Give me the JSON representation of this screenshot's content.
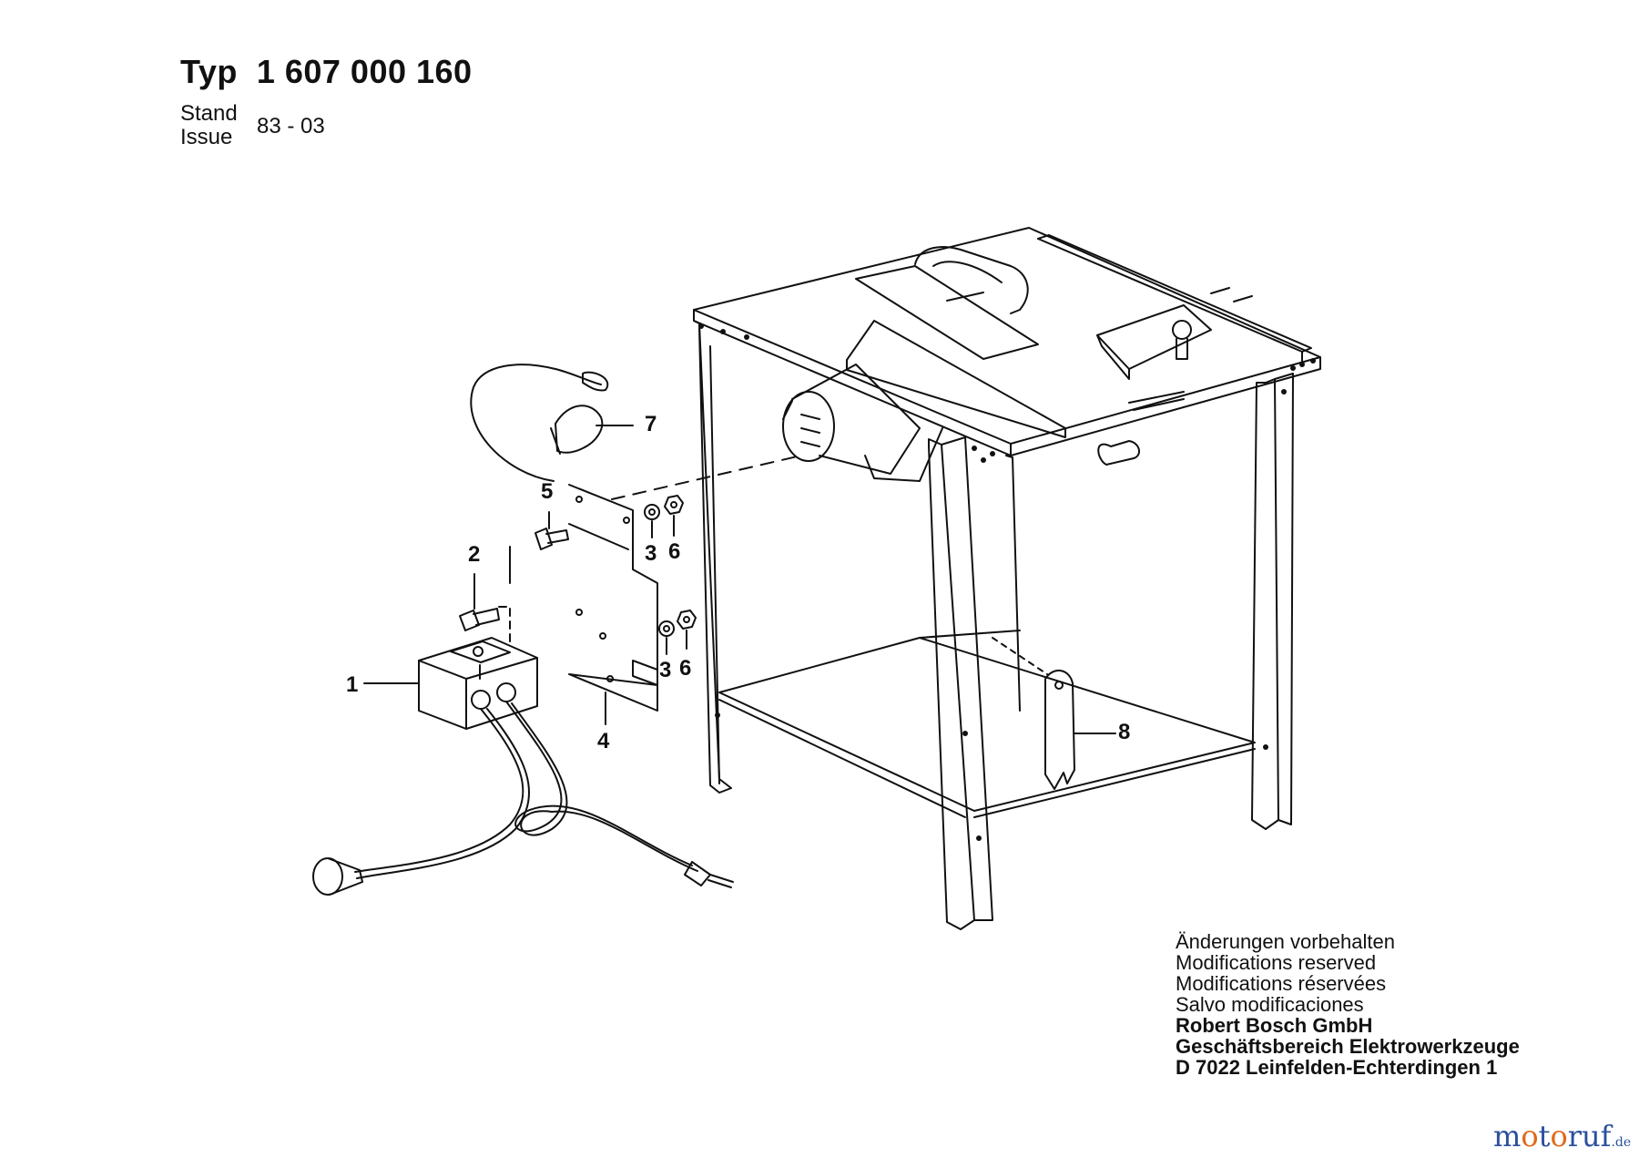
{
  "header": {
    "title": "Typ  1 607 000 160",
    "stand_label": "Stand",
    "issue_label": "Issue",
    "date": "83 - 03"
  },
  "callouts": [
    "1",
    "2",
    "3",
    "3",
    "4",
    "5",
    "6",
    "6",
    "7",
    "8"
  ],
  "notice": {
    "lines": [
      "Änderungen vorbehalten",
      "Modifications reserved",
      "Modifications réservées",
      "Salvo modificaciones"
    ],
    "company": [
      "Robert Bosch GmbH",
      "Geschäftsbereich Elektrowerkzeuge",
      "D 7022 Leinfelden-Echterdingen 1"
    ]
  },
  "watermark": {
    "colors": [
      "#2a4f9c",
      "#e06a1b",
      "#2a4f9c",
      "#e06a1b",
      "#2a4f9c",
      "#2a4f9c",
      "#2a4f9c"
    ],
    "letters": [
      "m",
      "o",
      "t",
      "o",
      "r",
      "u",
      "f"
    ],
    "suffix": ".de"
  }
}
